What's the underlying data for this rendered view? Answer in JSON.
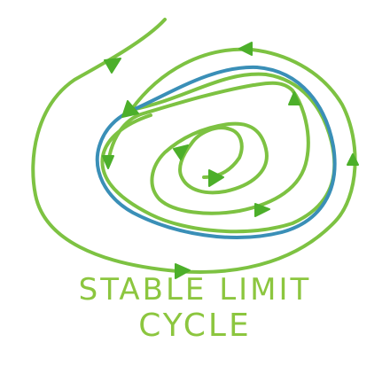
{
  "diagram": {
    "caption_lines": [
      "STABLE LIMIT",
      "CYCLE"
    ],
    "colors": {
      "trajectory": "#7dc242",
      "limit_cycle": "#3a8fb7",
      "arrow": "#4caf2a",
      "caption": "#8cc63f",
      "background": "#ffffff"
    },
    "elements": {
      "outer_trajectory": "spiral-in-from-outside",
      "limit_cycle": "closed-orbit",
      "inner_trajectory": "spiral-out-from-inside"
    }
  }
}
